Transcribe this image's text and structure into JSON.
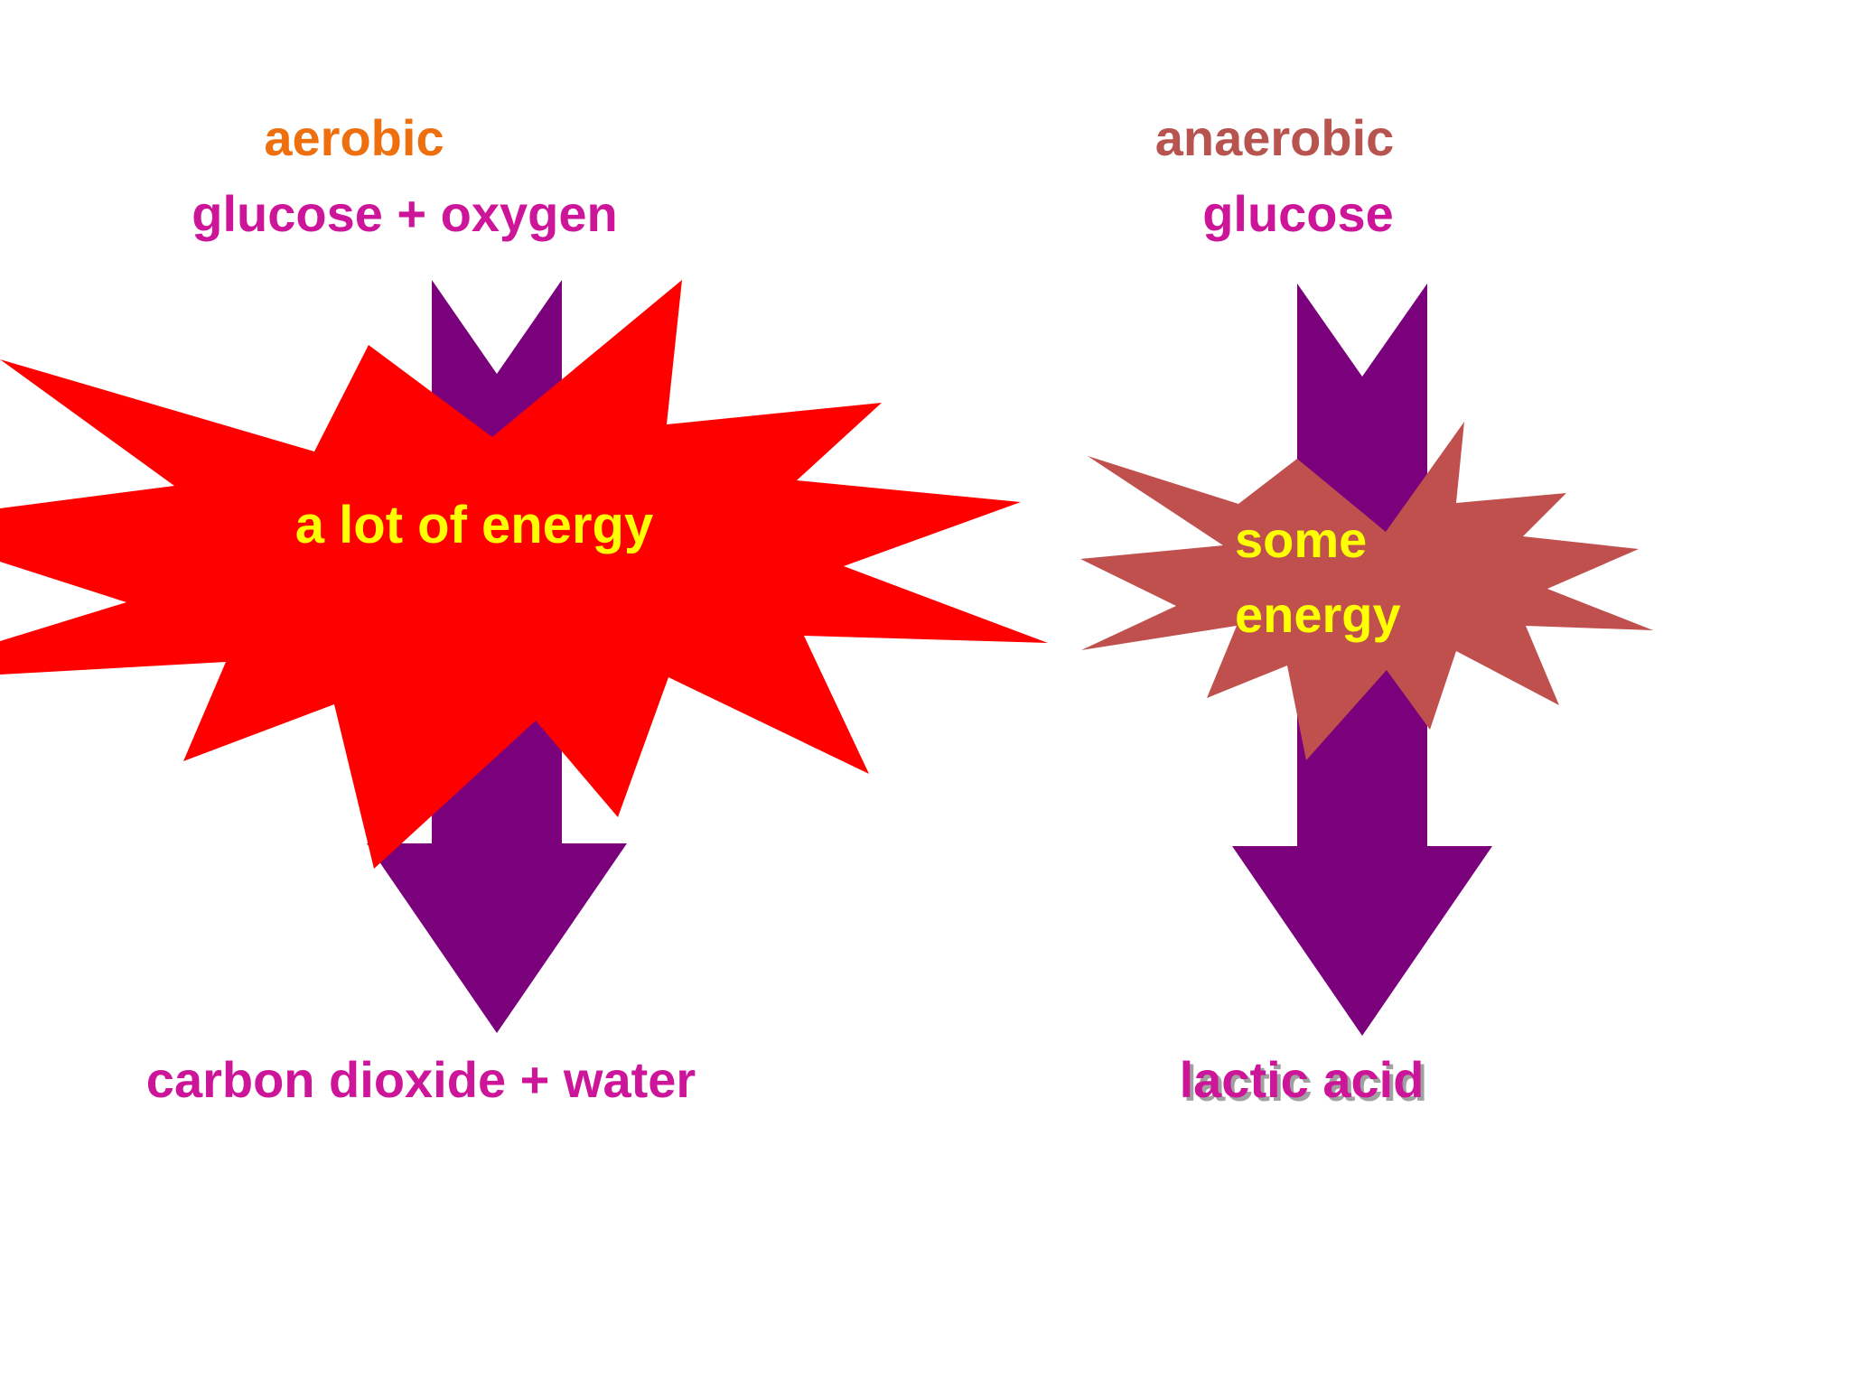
{
  "aerobic": {
    "title": "aerobic",
    "reactants": "glucose + oxygen",
    "energy": "a lot of energy",
    "products": "carbon dioxide + water"
  },
  "anaerobic": {
    "title": "anaerobic",
    "reactants": "glucose",
    "energy_line1": "some",
    "energy_line2": "energy",
    "products": "lactic acid"
  },
  "colors": {
    "aerobic_title": "#ee6f0e",
    "anaerobic_title": "#b85450",
    "reactant_text": "#cc1599",
    "energy_text": "#ffff00",
    "arrow": "#7b007b",
    "big_burst": "#ff0000",
    "small_burst": "#c0504d"
  },
  "icons": {
    "arrow": "down-arrow-icon",
    "burst": "explosion-burst-icon"
  }
}
